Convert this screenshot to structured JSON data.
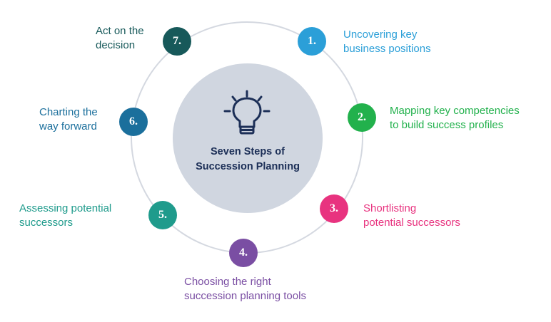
{
  "title": {
    "line1": "Seven Steps of",
    "line2": "Succession Planning"
  },
  "center_icon": "lightbulb-icon",
  "colors": {
    "ring": "#d4d8e0",
    "hub": "#d0d6e0",
    "title": "#1c2f57"
  },
  "steps": [
    {
      "number": "1.",
      "line1": "Uncovering key",
      "line2": "business positions",
      "color": "#2b9fd8"
    },
    {
      "number": "2.",
      "line1": "Mapping key competencies",
      "line2": "to build success profiles",
      "color": "#22b14c"
    },
    {
      "number": "3.",
      "line1": "Shortlisting",
      "line2": "potential successors",
      "color": "#e8337f"
    },
    {
      "number": "4.",
      "line1": "Choosing the right",
      "line2": "succession planning tools",
      "color": "#7a4ea3"
    },
    {
      "number": "5.",
      "line1": "Assessing potential",
      "line2": "successors",
      "color": "#1f9b8c"
    },
    {
      "number": "6.",
      "line1": "Charting the",
      "line2": "way forward",
      "color": "#1b6f9c"
    },
    {
      "number": "7.",
      "line1": "Act on the",
      "line2": "decision",
      "color": "#17595a"
    }
  ]
}
